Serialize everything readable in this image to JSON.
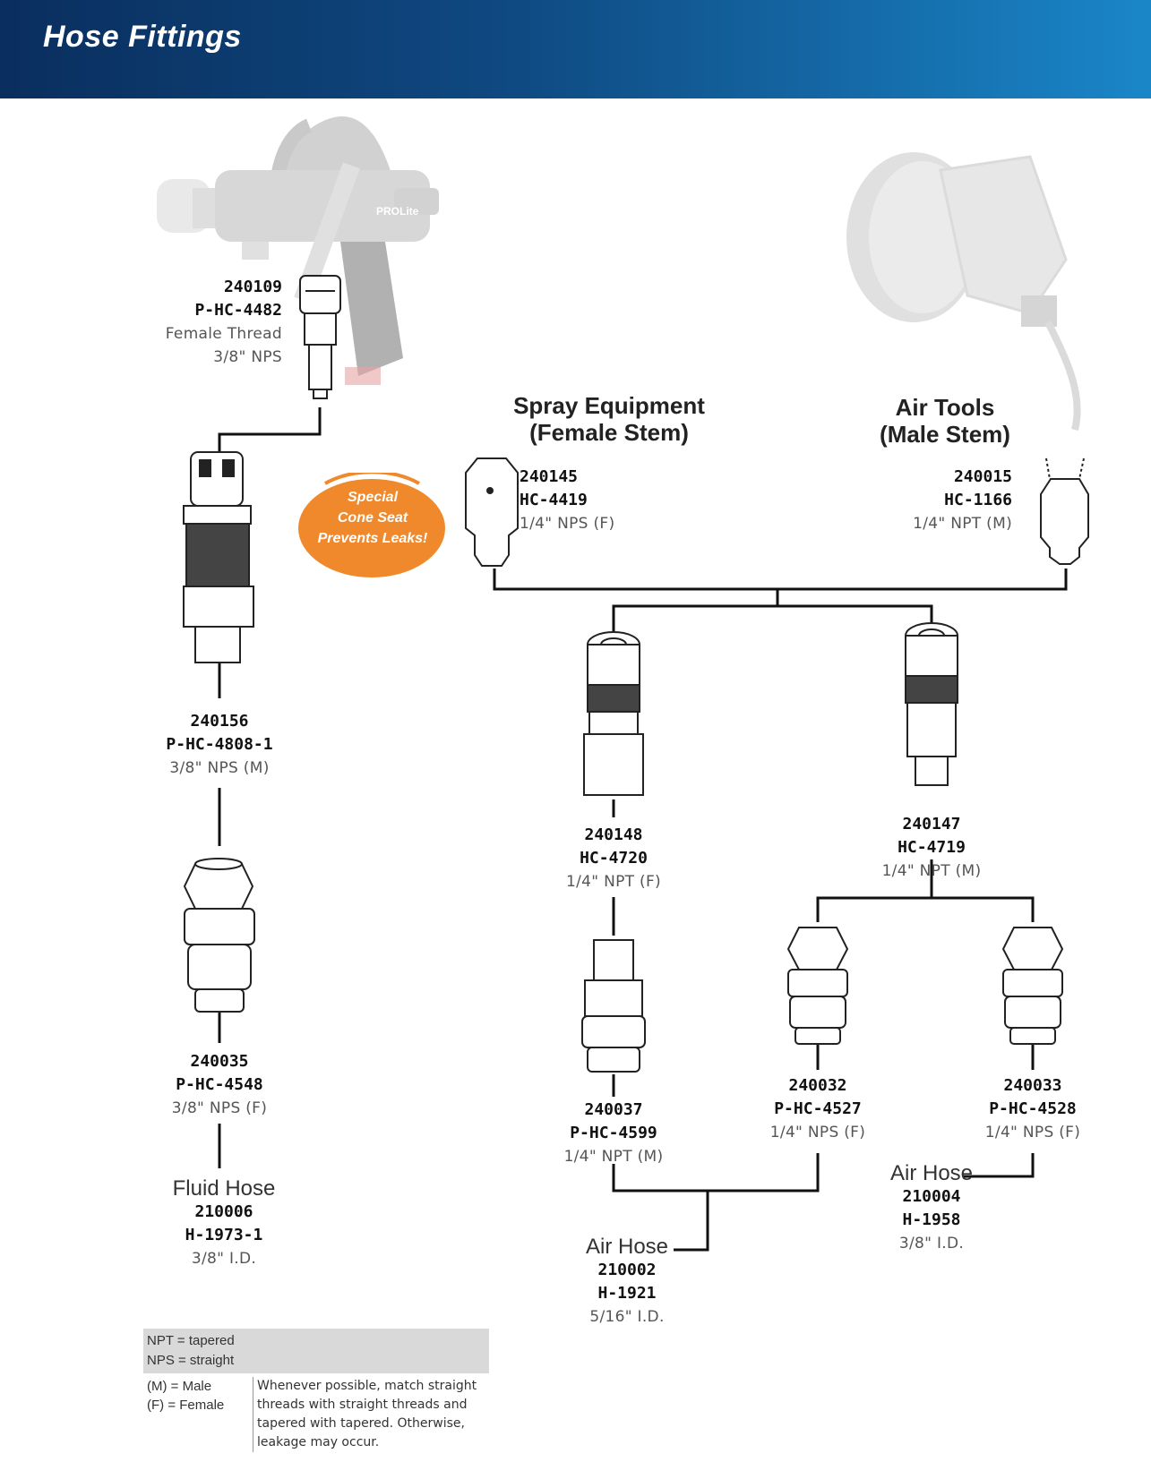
{
  "header": {
    "title": "Hose Fittings"
  },
  "headings": {
    "spray_line1": "Spray Equipment",
    "spray_line2": "(Female Stem)",
    "air_line1": "Air Tools",
    "air_line2": "(Male Stem)"
  },
  "gun_text": "PROLite",
  "badge": {
    "line1": "Special",
    "line2": "Cone Seat",
    "line3": "Prevents Leaks!"
  },
  "parts": {
    "p240109": {
      "num": "240109",
      "part": "P-HC-4482",
      "desc1": "Female Thread",
      "desc2": "3/8\" NPS"
    },
    "p240156": {
      "num": "240156",
      "part": "P-HC-4808-1",
      "desc": "3/8\" NPS (M)"
    },
    "p240035": {
      "num": "240035",
      "part": "P-HC-4548",
      "desc": "3/8\" NPS (F)"
    },
    "p240145": {
      "num": "240145",
      "part": "HC-4419",
      "desc": "1/4\" NPS (F)"
    },
    "p240015": {
      "num": "240015",
      "part": "HC-1166",
      "desc": "1/4\" NPT (M)"
    },
    "p240148": {
      "num": "240148",
      "part": "HC-4720",
      "desc": "1/4\" NPT (F)"
    },
    "p240147": {
      "num": "240147",
      "part": "HC-4719",
      "desc": "1/4\" NPT (M)"
    },
    "p240037": {
      "num": "240037",
      "part": "P-HC-4599",
      "desc": "1/4\" NPT (M)"
    },
    "p240032": {
      "num": "240032",
      "part": "P-HC-4527",
      "desc": "1/4\" NPS (F)"
    },
    "p240033": {
      "num": "240033",
      "part": "P-HC-4528",
      "desc": "1/4\" NPS (F)"
    }
  },
  "hoses": {
    "fluid": {
      "title": "Fluid Hose",
      "num": "210006",
      "part": "H-1973-1",
      "desc": "3/8\" I.D."
    },
    "air_210002": {
      "title": "Air Hose",
      "num": "210002",
      "part": "H-1921",
      "desc": "5/16\" I.D."
    },
    "air_210004": {
      "title": "Air Hose",
      "num": "210004",
      "part": "H-1958",
      "desc": "3/8\" I.D."
    }
  },
  "legend": {
    "npt": "NPT = tapered",
    "nps": "NPS = straight",
    "male": "(M) = Male",
    "female": "(F) = Female",
    "note": "Whenever possible, match straight threads with straight threads and tapered with tapered. Otherwise, leakage may occur."
  },
  "colors": {
    "header_dark": "#0a2e5e",
    "header_light": "#1a86c8",
    "badge": "#f0892b",
    "faded_image": "#d9d9d9"
  }
}
